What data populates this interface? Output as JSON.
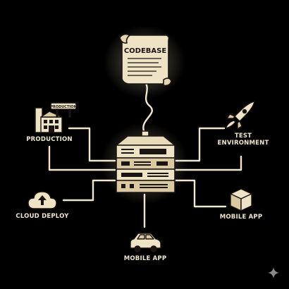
{
  "diagram": {
    "codebase_label": "CODEBASE",
    "production_sign": "PRODUCTION",
    "nodes": {
      "production": {
        "label": "PRODUCTION",
        "icon": "factory-icon"
      },
      "test_environment": {
        "label_line1": "TEST",
        "label_line2": "ENVIRONMENT",
        "icon": "rocket-icon"
      },
      "cloud_deploy": {
        "label": "CLOUD DEPLOY",
        "icon": "cloud-upload-icon"
      },
      "mobile_app_right": {
        "label": "MOBILE APP",
        "icon": "box-icon"
      },
      "mobile_app_bottom": {
        "label": "MOBILE APP",
        "icon": "car-icon"
      }
    },
    "center": {
      "icon": "server-stack-icon"
    },
    "corner": {
      "icon": "sparkle-icon"
    }
  },
  "colors": {
    "background": "#000000",
    "ink": "#f1e6cd",
    "cream": "#efe3c6",
    "glow": "#fff3d0",
    "outline": "#1a1512"
  }
}
